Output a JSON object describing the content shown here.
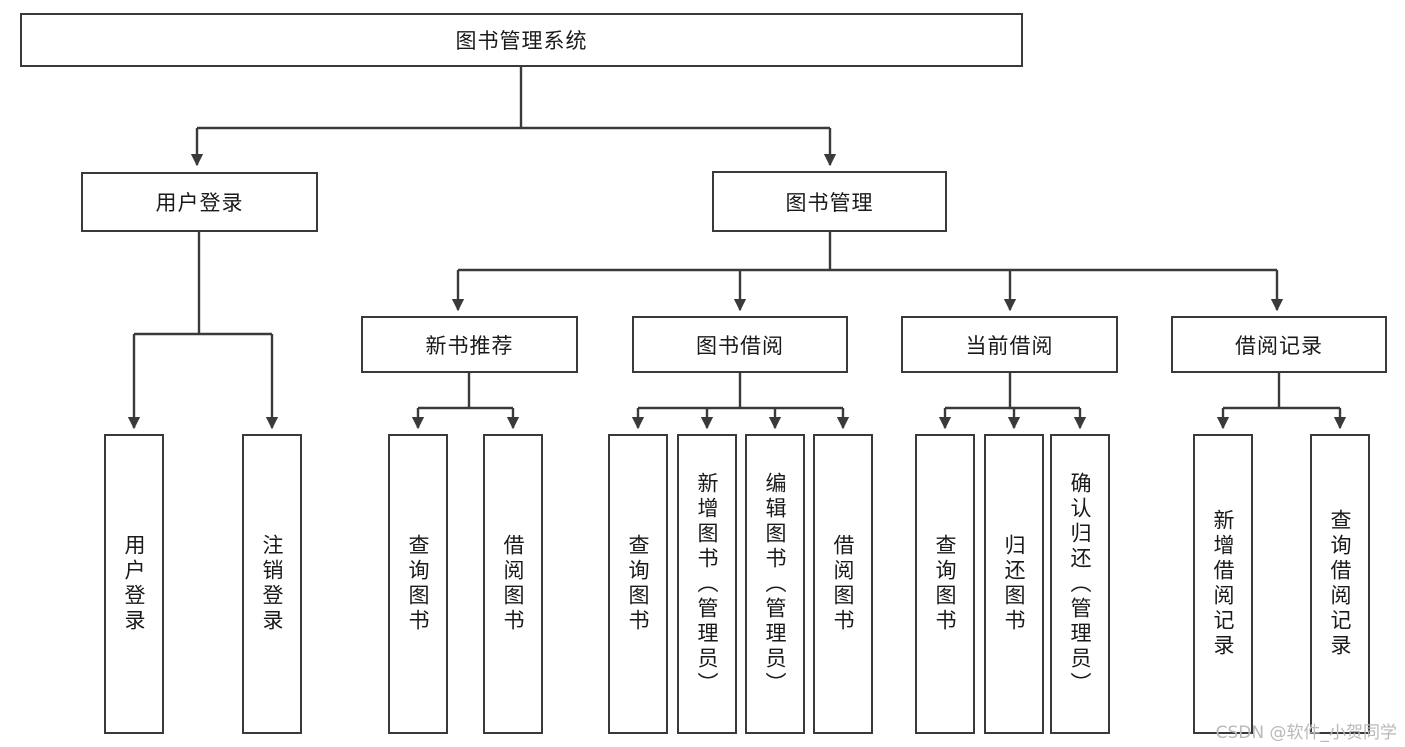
{
  "diagram": {
    "title": "图书管理系统",
    "type": "tree",
    "root": {
      "label": "图书管理系统",
      "orientation": "horizontal"
    },
    "level2": [
      {
        "label": "用户登录",
        "orientation": "horizontal"
      },
      {
        "label": "图书管理",
        "orientation": "horizontal"
      }
    ],
    "level3": [
      {
        "label": "新书推荐",
        "orientation": "horizontal"
      },
      {
        "label": "图书借阅",
        "orientation": "horizontal"
      },
      {
        "label": "当前借阅",
        "orientation": "horizontal"
      },
      {
        "label": "借阅记录",
        "orientation": "horizontal"
      }
    ],
    "leaves": {
      "user_login": [
        {
          "label": "用户登录",
          "orientation": "vertical"
        },
        {
          "label": "注销登录",
          "orientation": "vertical"
        }
      ],
      "new_book_recommend": [
        {
          "label": "查询图书",
          "orientation": "vertical"
        },
        {
          "label": "借阅图书",
          "orientation": "vertical"
        }
      ],
      "book_borrow": [
        {
          "label": "查询图书",
          "orientation": "vertical"
        },
        {
          "label": "新增图书（管理员）",
          "orientation": "vertical"
        },
        {
          "label": "编辑图书（管理员）",
          "orientation": "vertical"
        },
        {
          "label": "借阅图书",
          "orientation": "vertical"
        }
      ],
      "current_borrow": [
        {
          "label": "查询图书",
          "orientation": "vertical"
        },
        {
          "label": "归还图书",
          "orientation": "vertical"
        },
        {
          "label": "确认归还（管理员）",
          "orientation": "vertical"
        }
      ],
      "borrow_record": [
        {
          "label": "新增借阅记录",
          "orientation": "vertical"
        },
        {
          "label": "查询借阅记录",
          "orientation": "vertical"
        }
      ]
    }
  },
  "watermark": {
    "text": "CSDN @软件_小贺同学"
  },
  "colors": {
    "stroke": "#3a3a3a",
    "background": "#ffffff",
    "text": "#1a1a1a",
    "watermark": "#b9b9b9"
  }
}
